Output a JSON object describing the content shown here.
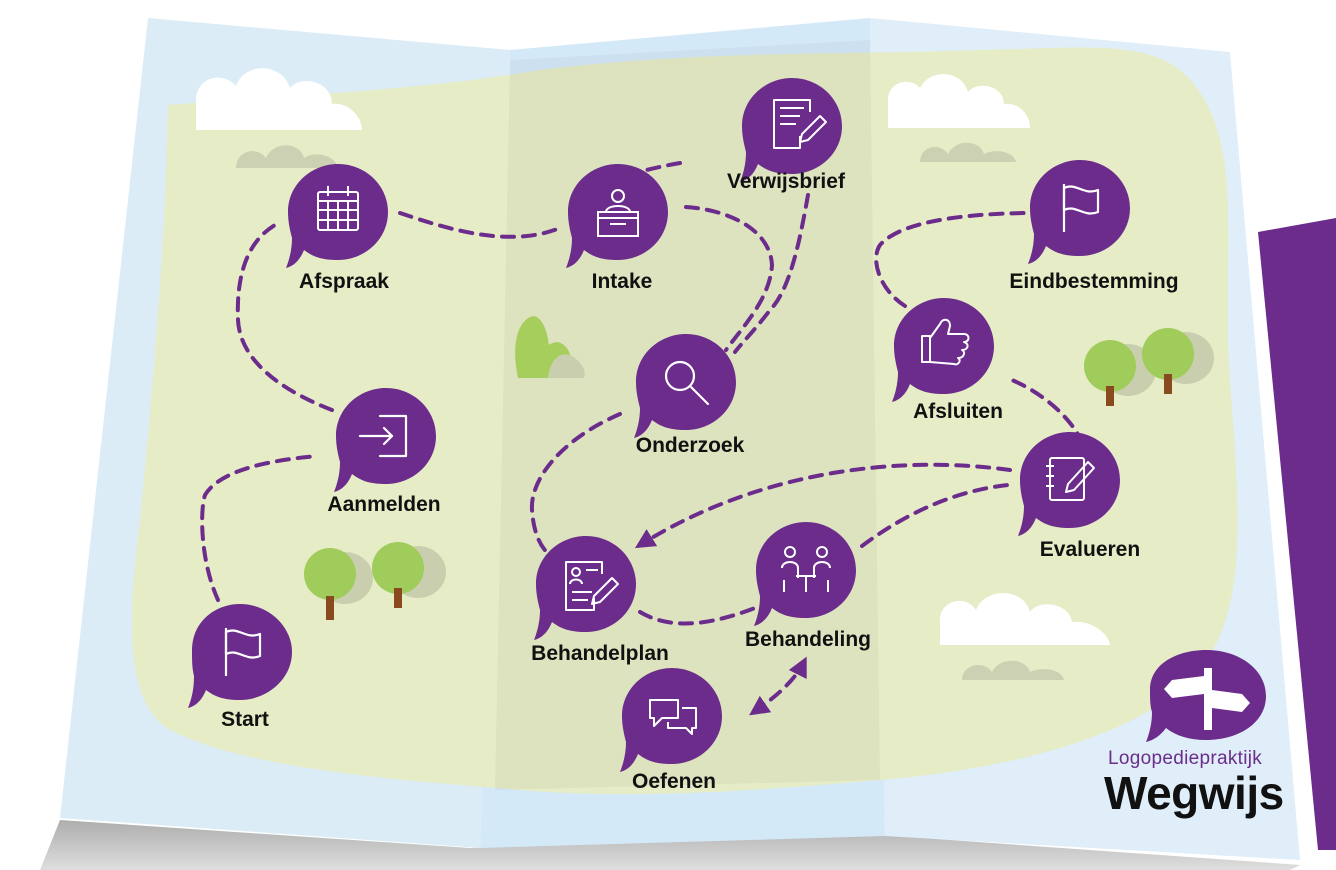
{
  "steps": {
    "start": "Start",
    "aanmelden": "Aanmelden",
    "afspraak": "Afspraak",
    "intake": "Intake",
    "verwijsbrief": "Verwijsbrief",
    "onderzoek": "Onderzoek",
    "behandelplan": "Behandelplan",
    "behandeling": "Behandeling",
    "oefenen": "Oefenen",
    "evalueren": "Evalueren",
    "afsluiten": "Afsluiten",
    "eindbestemming": "Eindbestemming"
  },
  "icons": {
    "start": "flag-icon",
    "aanmelden": "sign-in-icon",
    "afspraak": "calendar-icon",
    "intake": "reception-desk-icon",
    "verwijsbrief": "document-edit-icon",
    "onderzoek": "magnifier-icon",
    "behandelplan": "plan-document-icon",
    "behandeling": "meeting-icon",
    "oefenen": "chat-bubbles-icon",
    "evalueren": "notebook-pen-icon",
    "afsluiten": "thumbs-up-icon",
    "eindbestemming": "flag-icon"
  },
  "brand": {
    "tagline": "Logopediepraktijk",
    "name": "Wegwijs"
  },
  "colors": {
    "accent": "#6b2c8c",
    "path": "#6b2c8c",
    "land": "#e6ecc8",
    "water": "#d6ebf8",
    "tree": "#9fcc5a"
  }
}
